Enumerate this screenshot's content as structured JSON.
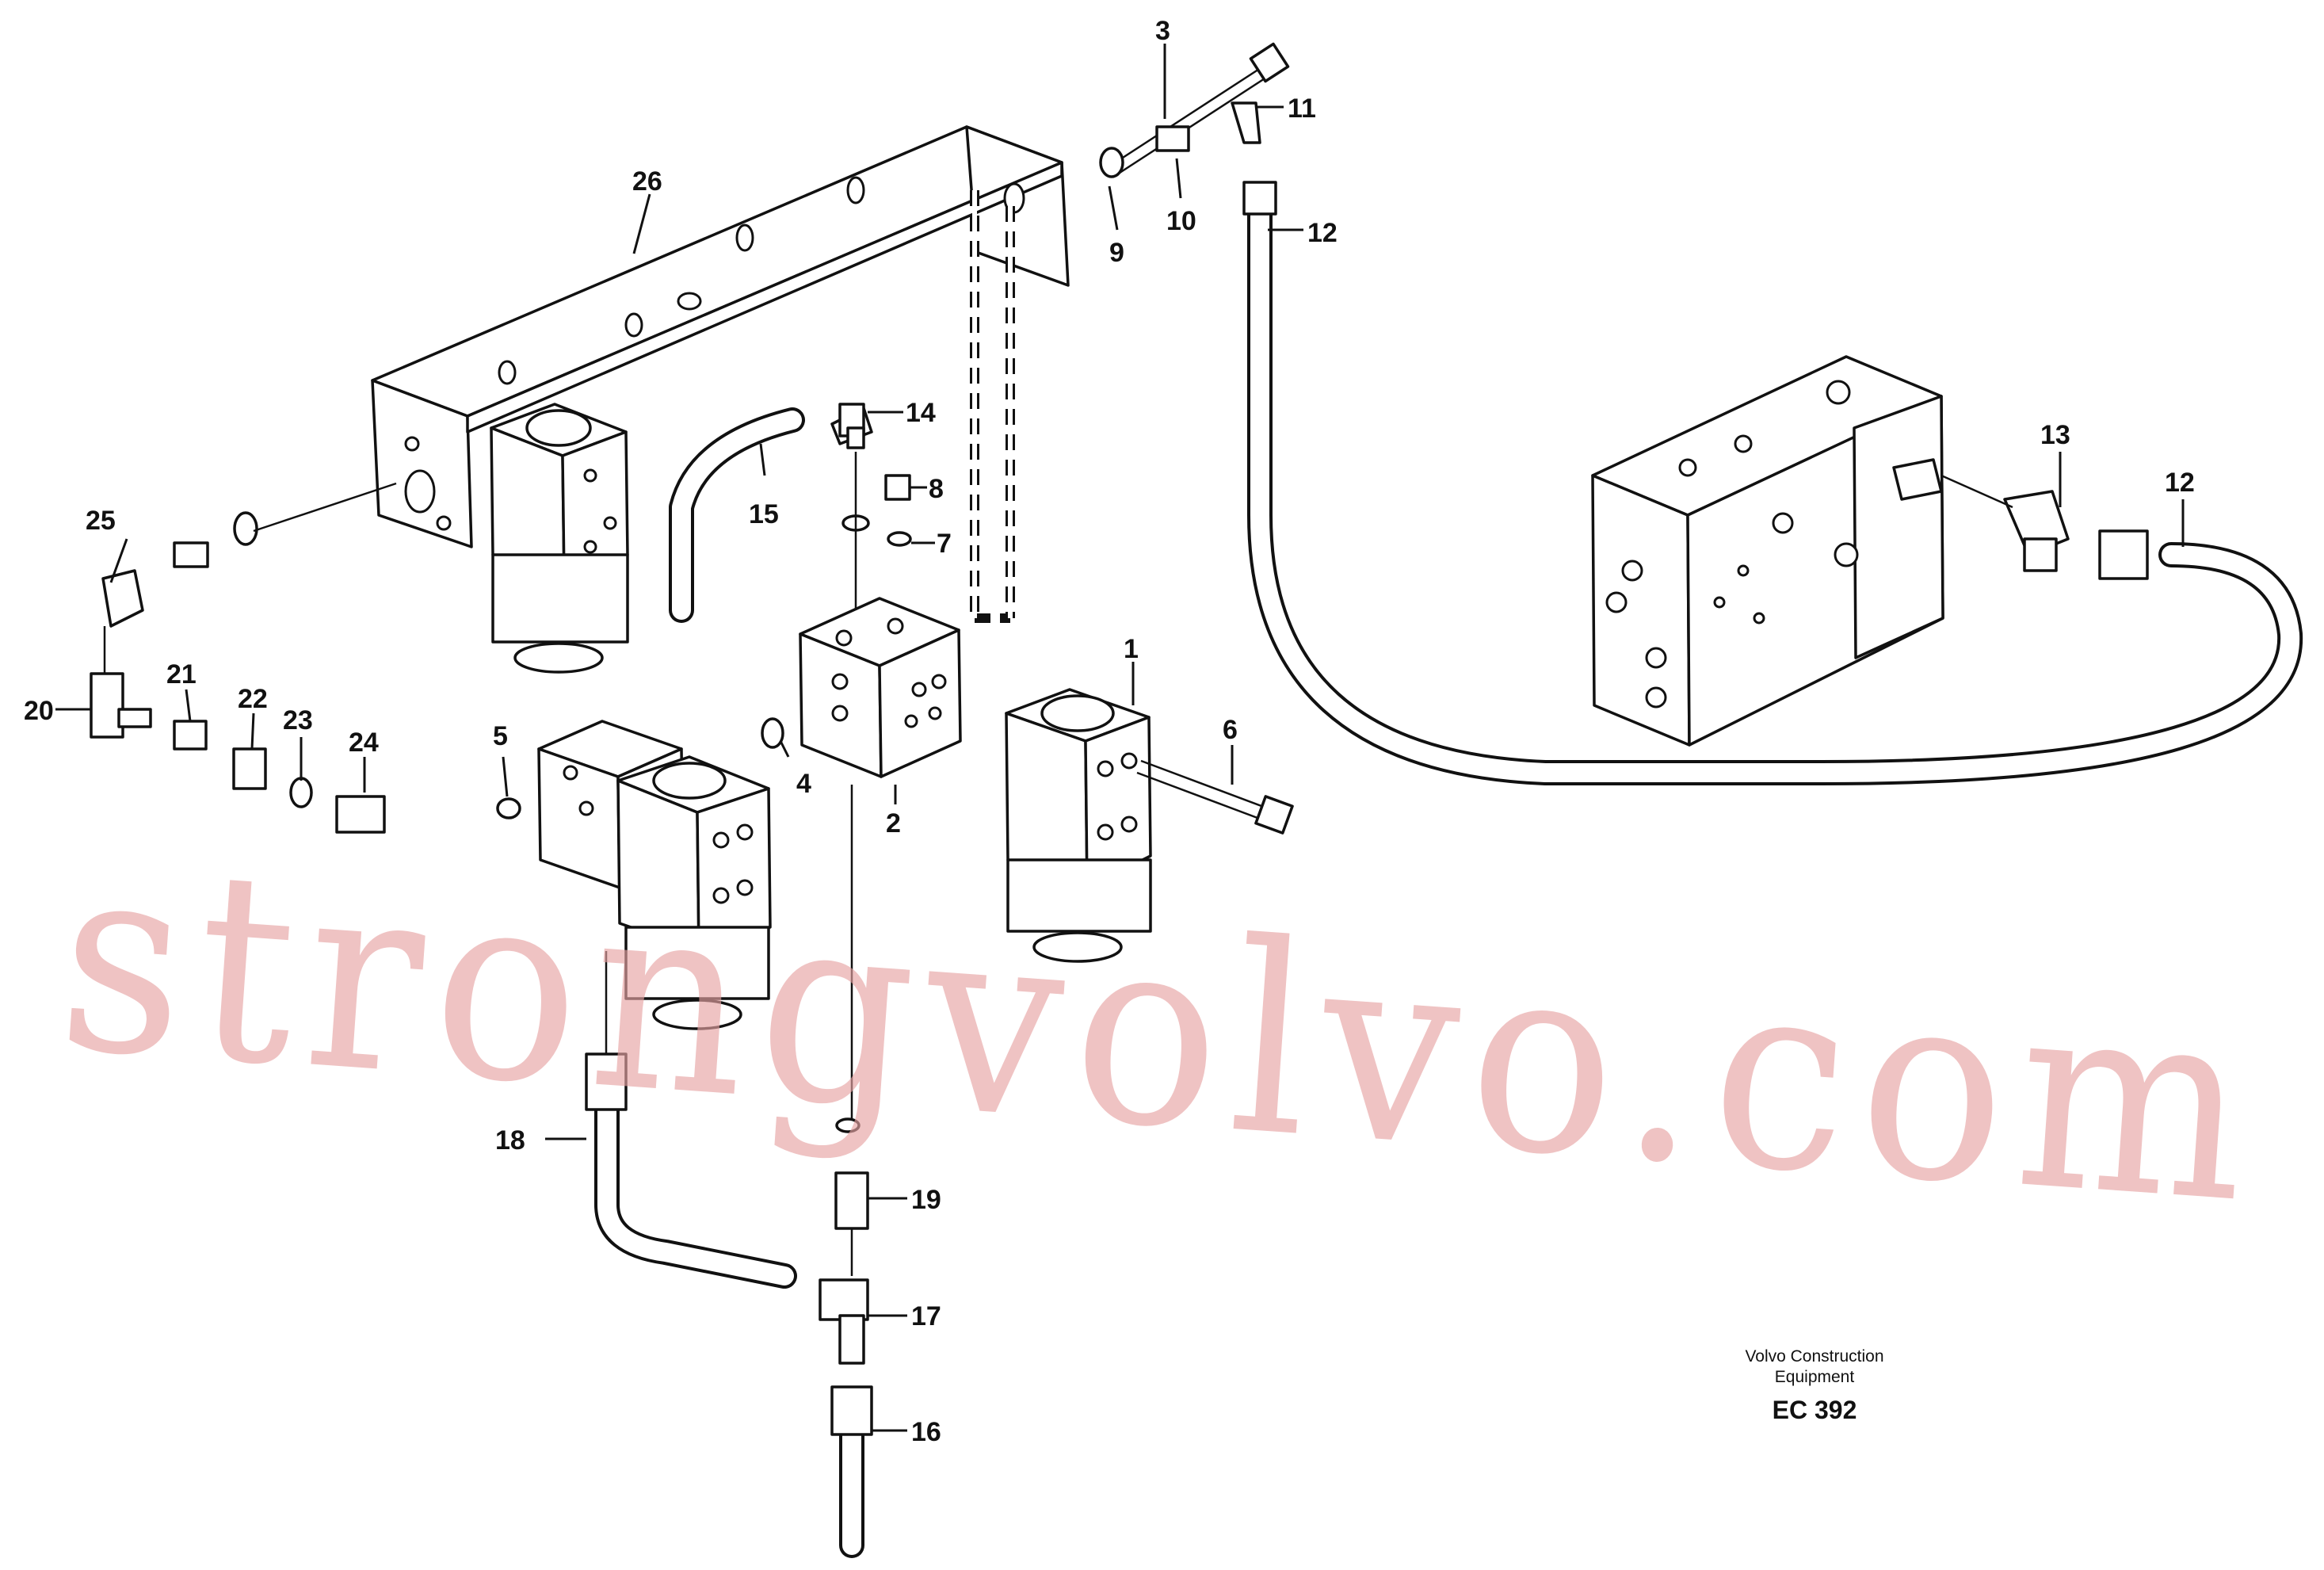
{
  "drawing": {
    "callouts": [
      "1",
      "2",
      "3",
      "4",
      "5",
      "6",
      "7",
      "8",
      "9",
      "10",
      "11",
      "12",
      "12",
      "13",
      "14",
      "15",
      "16",
      "17",
      "18",
      "19",
      "20",
      "21",
      "22",
      "23",
      "24",
      "25",
      "26"
    ],
    "publisher_line1": "Volvo Construction",
    "publisher_line2": "Equipment",
    "code": "EC 392",
    "watermark": "strongvolvo.com"
  }
}
